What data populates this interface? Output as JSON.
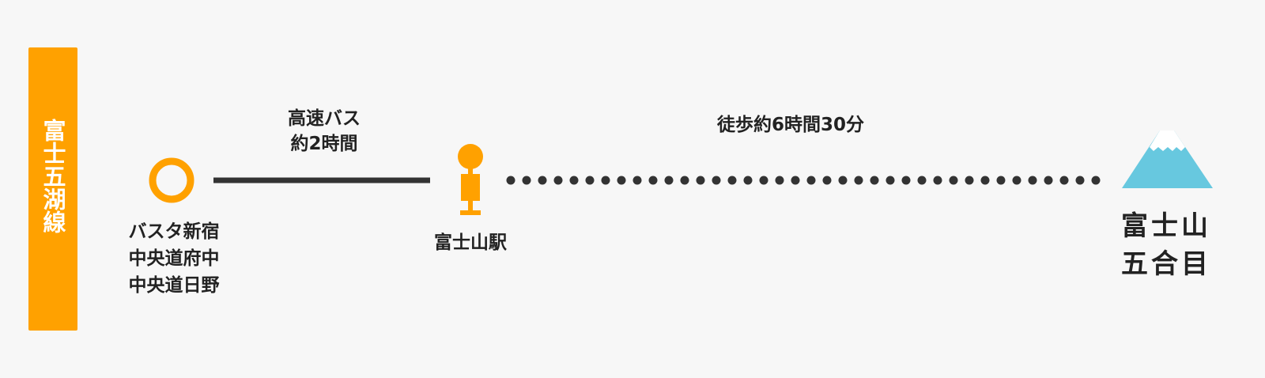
{
  "route": {
    "name": "富士五湖線",
    "badge_color": "#ffa100"
  },
  "stops": {
    "start": {
      "lines": [
        "バスタ新宿",
        "中央道府中",
        "中央道日野"
      ]
    },
    "middle": {
      "name": "富士山駅"
    },
    "destination": {
      "lines": [
        "富士山",
        "五合目"
      ],
      "icon": "mount-fuji-icon"
    }
  },
  "segments": [
    {
      "mode": "solid",
      "lines": [
        "高速バス",
        "約2時間"
      ]
    },
    {
      "mode": "dotted",
      "lines": [
        "徒歩約6時間30分"
      ]
    }
  ],
  "colors": {
    "accent": "#ffa100",
    "line": "#333333",
    "mountain": "#67c8df",
    "background": "#f7f7f7"
  }
}
